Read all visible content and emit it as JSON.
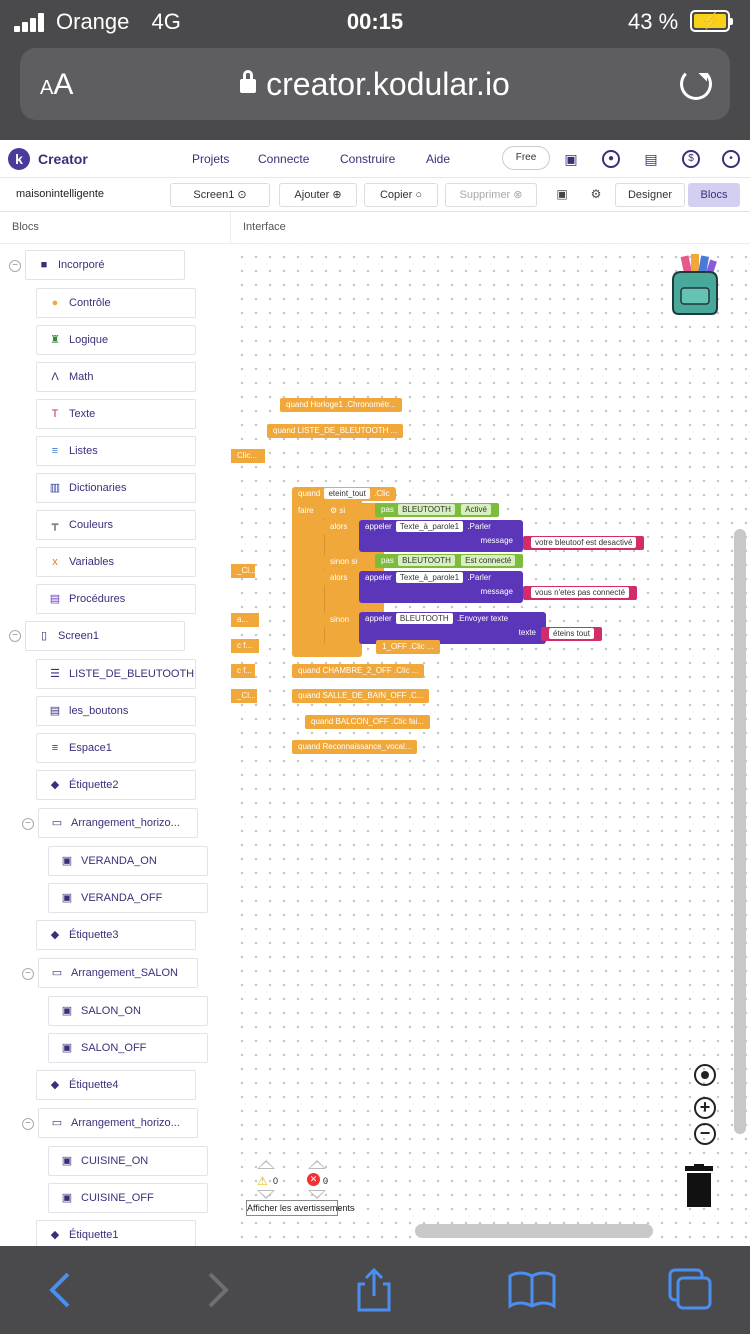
{
  "status_bar": {
    "carrier": "Orange",
    "network": "4G",
    "time": "00:15",
    "battery": "43 %"
  },
  "browser": {
    "text_size_small": "A",
    "text_size_large": "A",
    "url": "creator.kodular.io"
  },
  "nav": {
    "logo_letter": "k",
    "brand": "Creator",
    "links": [
      "Projets",
      "Connecte",
      "Construire",
      "Aide"
    ],
    "free_label": "Free"
  },
  "toolbar": {
    "project_name": "maisonintelligente",
    "screen_label": "Screen1",
    "add_label": "Ajouter",
    "copy_label": "Copier",
    "delete_label": "Supprimer",
    "designer_label": "Designer",
    "blocks_label": "Blocs"
  },
  "panels": {
    "blocks_header": "Blocs",
    "interface_header": "Interface"
  },
  "sidebar": {
    "builtin": {
      "label": "Incorporé",
      "items": [
        "Contrôle",
        "Logique",
        "Math",
        "Texte",
        "Listes",
        "Dictionaries",
        "Couleurs",
        "Variables",
        "Procédures"
      ]
    },
    "screen": {
      "label": "Screen1",
      "items": [
        "LISTE_DE_BLEUTOOTH",
        "les_boutons",
        "Espace1",
        "Étiquette2",
        "Arrangement_horizo...",
        "VERANDA_ON",
        "VERANDA_OFF",
        "Étiquette3",
        "Arrangement_SALON",
        "SALON_ON",
        "SALON_OFF",
        "Étiquette4",
        "Arrangement_horizo...",
        "CUISINE_ON",
        "CUISINE_OFF",
        "Étiquette1"
      ]
    }
  },
  "workspace": {
    "collapsed_blocks": [
      "quand  Horloge1 .Chronométr...",
      "quand  LISTE_DE_BLEUTOOTH ...",
      "Clic...",
      "_Cl...",
      "a...",
      "c f...",
      "c f...",
      "_Cl...",
      "1_OFF .Clic ...",
      "quand  CHAMBRE_2_OFF .Clic ...",
      "quand  SALLE_DE_BAIN_OFF .C...",
      "quand  BALCON_OFF .Clic fai...",
      "quand  Reconnaissance_vocal..."
    ],
    "event": {
      "when": "quand",
      "component": "eteint_tout",
      "event": ".Clic",
      "do": "faire"
    },
    "if_block": {
      "if": "si",
      "then": "alors",
      "elseif": "sinon si",
      "else": "sinon"
    },
    "cond1": {
      "not": "pas",
      "component": "BLEUTOOTH",
      "property": "Activé"
    },
    "call1": {
      "call": "appeler",
      "component": "Texte_à_parole1",
      "method": ".Parler",
      "param": "message",
      "value": "votre bleutoof est desactivé"
    },
    "cond2": {
      "not": "pas",
      "component": "BLEUTOOTH",
      "property": "Est connecté"
    },
    "call2": {
      "call": "appeler",
      "component": "Texte_à_parole1",
      "method": ".Parler",
      "param": "message",
      "value": "vous n'etes pas connecté"
    },
    "call3": {
      "call": "appeler",
      "component": "BLEUTOOTH",
      "method": ".Envoyer texte",
      "param": "texte",
      "value": "éteins tout"
    },
    "warnings_count": "0",
    "errors_count": "0",
    "show_warnings_label": "Afficher les avertissements"
  }
}
